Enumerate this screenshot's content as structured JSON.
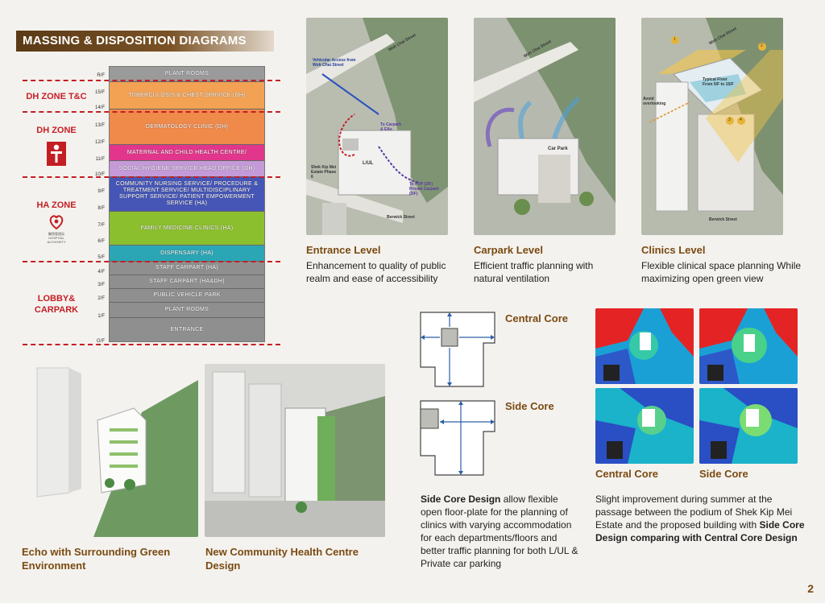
{
  "header": {
    "title": "MASSING & DISPOSITION DIAGRAMS"
  },
  "floors": [
    "R/F",
    "15/F",
    "14/F",
    "13/F",
    "12/F",
    "11/F",
    "10/F",
    "9/F",
    "8/F",
    "7/F",
    "6/F",
    "5/F",
    "4/F",
    "3/F",
    "2/F",
    "1/F",
    "G/F"
  ],
  "zones": [
    {
      "label": "DH ZONE T&C"
    },
    {
      "label": "DH ZONE"
    },
    {
      "label": "HA ZONE"
    },
    {
      "label": "LOBBY& CARPARK"
    }
  ],
  "ha_logo_text": "醫院管理局 HOSPITAL AUTHORITY",
  "bands": [
    {
      "label": "PLANT ROOMS",
      "color": "#9a9a9a"
    },
    {
      "label": "TUBERCULOSIS & CHEST SERVICE (DH)",
      "color": "#f3a254"
    },
    {
      "label": "DERMATOLOGY CLINIC (DH)",
      "color": "#f08a4b"
    },
    {
      "label": "MATERNAL AND CHILD HEALTH CENTRE/",
      "color": "#e2368c"
    },
    {
      "label": "SOCIAL HYGIENE SERVICE HEAD OFFICE (DH)",
      "color": "#c59ad8"
    },
    {
      "label": "COMMUNITY NURSING SERVICE/ PROCEDURE & TREATMENT SERVICE/ MULTIDISCIPLINARY SUPPORT SERVICE/ PATIENT EMPOWERMENT SERVICE (HA)",
      "color": "#4656b7"
    },
    {
      "label": "FAMILY MEDICINE CLINICS (HA)",
      "color": "#8cbf2e"
    },
    {
      "label": "DISPENSARY (HA)",
      "color": "#2ba6b5"
    },
    {
      "label": "STAFF CARPART (HA)",
      "color": "#8f8f8f"
    },
    {
      "label": "STAFF CARPART (HA&DH)",
      "color": "#8f8f8f"
    },
    {
      "label": "PUBLIC VEHICLE PARK",
      "color": "#8f8f8f"
    },
    {
      "label": "PLANT ROOMS",
      "color": "#8f8f8f"
    },
    {
      "label": "ENTRANCE",
      "color": "#8f8f8f"
    }
  ],
  "levels": [
    {
      "title": "Entrance Level",
      "body": "Enhancement to quality of public realm and ease of accessibility",
      "labels": {
        "vehicular": "Vehicular Access from Woh Chai Street",
        "street1": "Woh Chai Street",
        "carpark": "To Carpark & EAs",
        "lul": "L/UL",
        "estate": "Shek Kip Mei Estate Phase 6",
        "pvp": "To PVP (2/F) Private Carpark (3/F)",
        "berwick": "Berwick Street"
      }
    },
    {
      "title": "Carpark Level",
      "body": "Efficient traffic planning with natural ventilation",
      "labels": {
        "street1": "Woh Chai Street",
        "carpark": "Car Park"
      }
    },
    {
      "title": "Clinics Level",
      "body": "Flexible clinical space planning While maximizing open green view",
      "labels": {
        "street1": "Woh Chai Street",
        "typical": "Typical Floor From 5/F to 15/F",
        "avoid": "Avoid overlooking",
        "berwick": "Berwick Street",
        "n1": "1",
        "n2": "2",
        "n3": "3",
        "n4": "4"
      }
    }
  ],
  "cores": {
    "central": "Central Core",
    "side": "Side Core",
    "desc_bold": "Side Core Design",
    "desc_rest": " allow flexible open floor-plate for the planning of clinics with varying accommodation for each departments/floors and better traffic planning for both L/UL & Private car parking"
  },
  "cfd": {
    "label_central": "Central Core",
    "label_side": "Side Core",
    "desc_plain": "Slight improvement during summer at the passage between the podium of Shek Kip Mei Estate and the proposed building with ",
    "desc_bold": "Side Core Design comparing with Central Core Design"
  },
  "bottom": [
    {
      "caption": "Echo with Surrounding Green Environment"
    },
    {
      "caption": "New Community Health Centre Design"
    }
  ],
  "page_number": "2",
  "colors": {
    "accent": "#7a4a12",
    "zone_red": "#c41e25"
  }
}
